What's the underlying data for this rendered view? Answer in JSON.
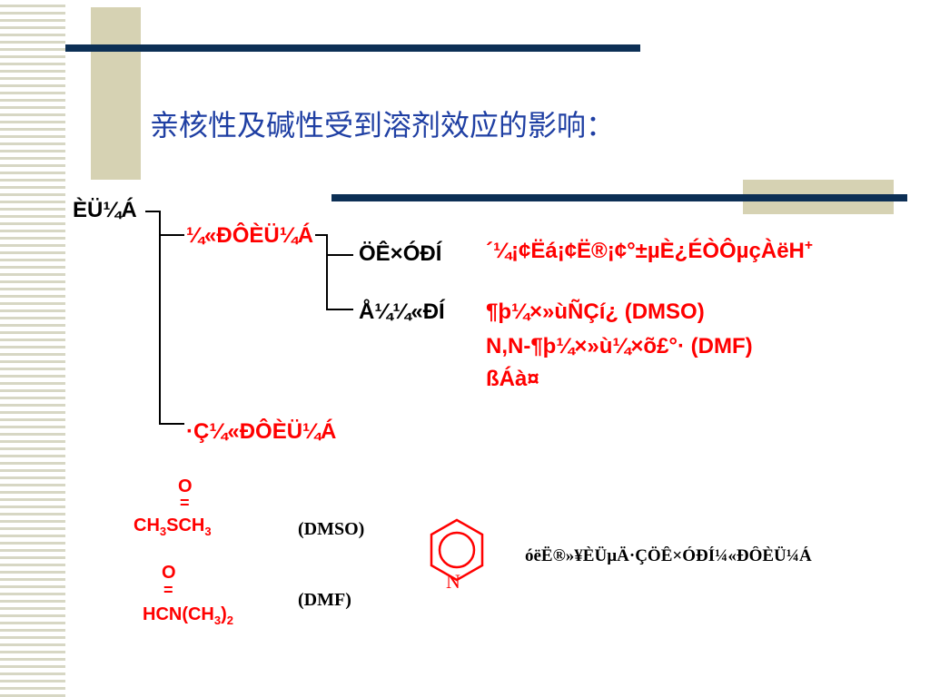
{
  "title": "亲核性及碱性受到溶剂效应的影响：",
  "tree": {
    "root": "ÈÜ¼Á",
    "branch_top": "¼«ÐÔÈÜ¼Á",
    "branch_bottom": "·Ç¼«ÐÔÈÜ¼Á",
    "leaf_1": "ÖÊ×ÓÐÍ",
    "leaf_2": "Å¼¼«ÐÍ"
  },
  "examples": {
    "protic_text": "´¼¡¢Ëá¡¢Ë®¡¢°±µÈ¿ÉÒÔµçÀëH",
    "protic_sup": "+",
    "aprotic_1": "¶þ¼×»ùÑÇí¿ (DMSO)",
    "aprotic_2": "N,N-¶þ¼×»ù¼×õ£°· (DMF)",
    "aprotic_3": "ßÁà¤"
  },
  "structures": {
    "dmso_o": "O",
    "dmso_eq": "=",
    "dmso_formula": [
      "CH",
      "3",
      "SCH",
      "3"
    ],
    "dmso_label": "(DMSO)",
    "dmf_o": "O",
    "dmf_eq": "=",
    "dmf_formula": [
      "HCN(CH",
      "3",
      ")",
      "2"
    ],
    "dmf_label": "(DMF)",
    "pyridine_n": "N",
    "pyridine_note": "óëË®»¥ÈÜµÄ·ÇÖÊ×ÓÐÍ¼«ÐÔÈÜ¼Á"
  },
  "colors": {
    "title": "#1f3fa3",
    "accent": "#ff0000",
    "navy_bar": "#0c2f55",
    "beige": "#d6d2b3"
  }
}
